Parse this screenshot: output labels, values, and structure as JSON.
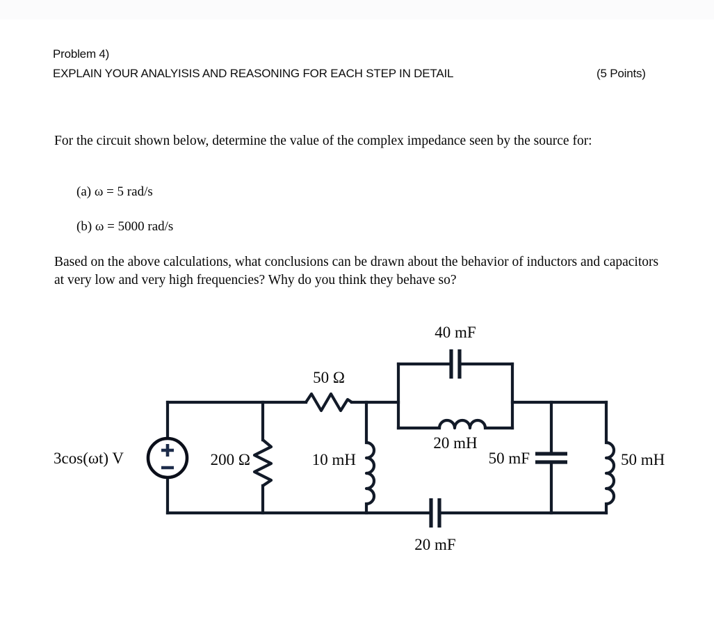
{
  "header": {
    "problem_label": "Problem 4)",
    "instruction": "EXPLAIN YOUR ANALYISIS AND REASONING FOR EACH STEP IN DETAIL",
    "points": "(5 Points)"
  },
  "body": {
    "prompt": "For the circuit shown below, determine the value of the complex impedance seen by the source for:",
    "option_a": "(a)  ω = 5 rad/s",
    "option_b": "(b) ω = 5000 rad/s",
    "conclusion": "Based on the above calculations, what conclusions can be drawn about the behavior of inductors and capacitors at very low and very high frequencies? Why do you think they behave so?"
  },
  "circuit": {
    "source_label": "3cos(ωt) V",
    "source_plus": "+",
    "source_minus": "−",
    "labels": {
      "r200": "200 Ω",
      "r50": "50 Ω",
      "l10": "10 mH",
      "c40": "40 mF",
      "l20": "20 mH",
      "c50": "50 mF",
      "l50": "50 mH",
      "c20": "20 mF"
    },
    "components": [
      {
        "name": "voltage-source",
        "value": "3cos(ωt) V",
        "type": "source"
      },
      {
        "name": "resistor-200-ohm",
        "value": "200 Ω",
        "type": "resistor"
      },
      {
        "name": "resistor-50-ohm",
        "value": "50 Ω",
        "type": "resistor"
      },
      {
        "name": "inductor-10-mh",
        "value": "10 mH",
        "type": "inductor"
      },
      {
        "name": "capacitor-40-mf",
        "value": "40 mF",
        "type": "capacitor"
      },
      {
        "name": "inductor-20-mh",
        "value": "20 mH",
        "type": "inductor"
      },
      {
        "name": "capacitor-50-mf",
        "value": "50 mF",
        "type": "capacitor"
      },
      {
        "name": "inductor-50-mh",
        "value": "50 mH",
        "type": "inductor"
      },
      {
        "name": "capacitor-20-mf",
        "value": "20 mF",
        "type": "capacitor"
      }
    ],
    "colors": {
      "wire": "#121a28",
      "sign": "#1d2c4a",
      "background": "#ffffff"
    }
  }
}
